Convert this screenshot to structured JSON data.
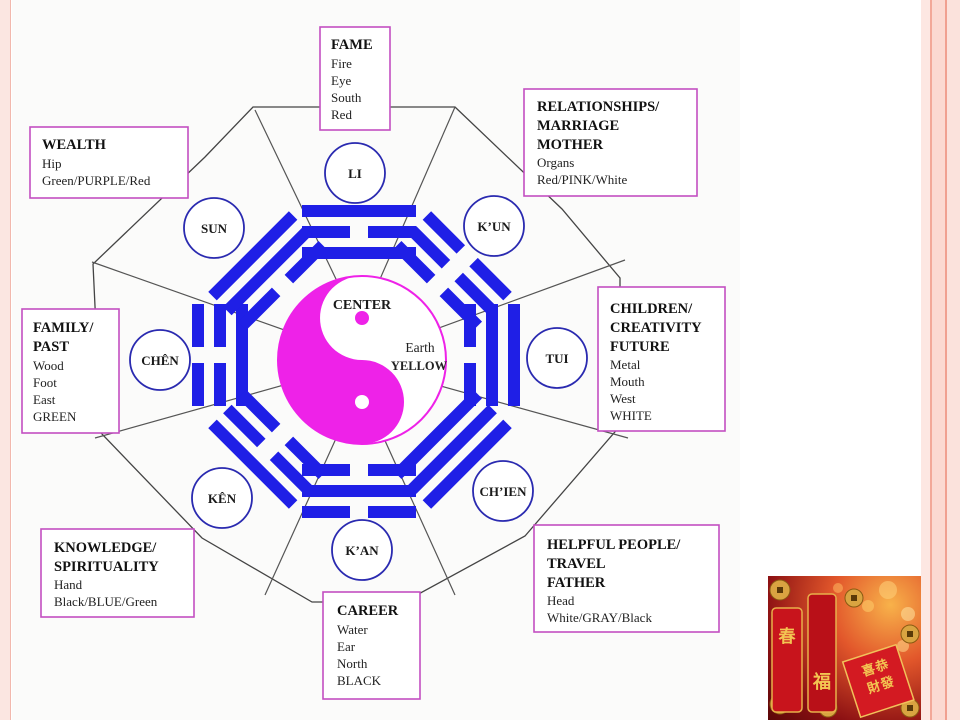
{
  "boxes": {
    "fame": {
      "title": [
        "FAME"
      ],
      "lines": [
        "Fire",
        "Eye",
        "South",
        "Red"
      ]
    },
    "wealth": {
      "title": [
        "WEALTH"
      ],
      "lines": [
        "Hip",
        "Green/PURPLE/Red"
      ]
    },
    "relationships": {
      "title": [
        "RELATIONSHIPS/",
        "MARRIAGE",
        "MOTHER"
      ],
      "lines": [
        "Organs",
        "Red/PINK/White"
      ]
    },
    "family": {
      "title": [
        "FAMILY/",
        "PAST"
      ],
      "lines": [
        "Wood",
        "Foot",
        "East",
        "GREEN"
      ]
    },
    "children": {
      "title": [
        "CHILDREN/",
        "CREATIVITY",
        "FUTURE"
      ],
      "lines": [
        "Metal",
        "Mouth",
        "West",
        "WHITE"
      ]
    },
    "knowledge": {
      "title": [
        "KNOWLEDGE/",
        "SPIRITUALITY"
      ],
      "lines": [
        "Hand",
        "Black/BLUE/Green"
      ]
    },
    "helpful": {
      "title": [
        "HELPFUL PEOPLE/",
        "TRAVEL",
        "FATHER"
      ],
      "lines": [
        "Head",
        "White/GRAY/Black"
      ]
    },
    "career": {
      "title": [
        "CAREER"
      ],
      "lines": [
        "Water",
        "Ear",
        "North",
        "BLACK"
      ]
    }
  },
  "trigrams": {
    "li": "LI",
    "sun": "SUN",
    "kun": "K’UN",
    "chen": "CHÊN",
    "tui": "TUI",
    "ken": "KÊN",
    "chien": "CH’IEN",
    "kan": "K’AN"
  },
  "center": {
    "label": "CENTER",
    "element": "Earth",
    "color_word": "YELLOW"
  },
  "photo": {
    "chars": [
      "春",
      "福",
      "恭",
      "喜",
      "發",
      "財"
    ]
  },
  "colors": {
    "trigram_blue": "#1f1fe6",
    "yin_yang_pink": "#ee22e8",
    "box_border": "#c34fc1",
    "photo_red": "#c8141c"
  }
}
